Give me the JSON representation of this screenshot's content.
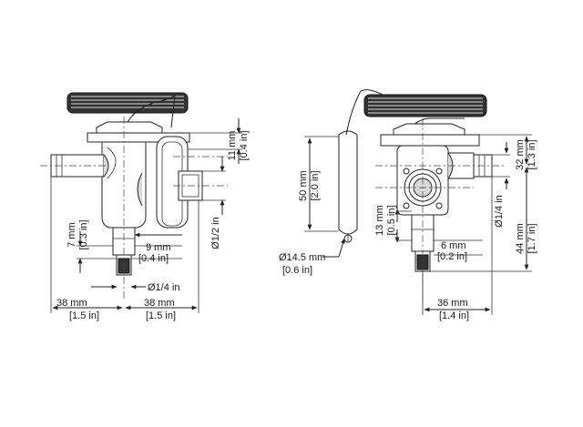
{
  "views": {
    "left": {
      "dim_top_right": [
        "11 mm",
        "[0.4 in]"
      ],
      "dim_stem_left": [
        "7 mm",
        "[0.3 in]"
      ],
      "dim_stem_right": [
        "9 mm",
        "[0.4 in]"
      ],
      "dim_outlet_dia": "Ø1/2 in",
      "dim_inlet_dia": "Ø1/4 in",
      "dim_bottom_left": [
        "38 mm",
        "[1.5 in]"
      ],
      "dim_bottom_right": [
        "38 mm",
        "[1.5 in]"
      ]
    },
    "right": {
      "dim_bulb_height": [
        "50 mm",
        "[2.0 in]"
      ],
      "dim_bulb_dia": [
        "Ø14.5 mm",
        "[0.6 in]"
      ],
      "dim_mid_left": [
        "13 mm",
        "[0.5 in]"
      ],
      "dim_mid_right": [
        "6 mm",
        "[0.2 in]"
      ],
      "dim_top_right": [
        "32 mm",
        "[1.3 in]"
      ],
      "dim_inlet_dia": "Ø1/4 in",
      "dim_total_right": [
        "44 mm",
        "[1.7 in]"
      ],
      "dim_bottom": [
        "36 mm",
        "[1.4 in]"
      ]
    }
  }
}
